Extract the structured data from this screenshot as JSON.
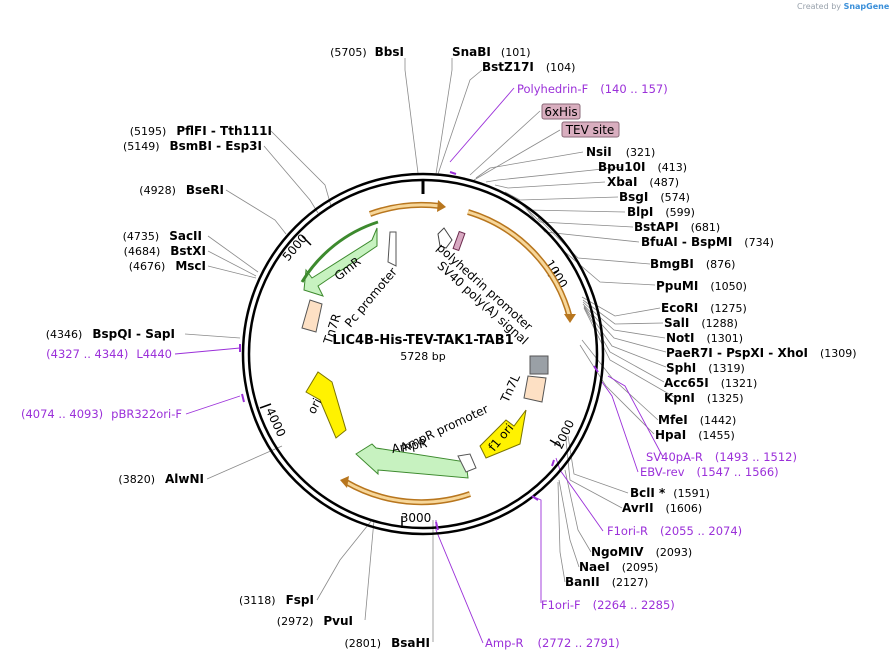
{
  "credit": {
    "prefix": "Created by",
    "brand": "SnapGene"
  },
  "map": {
    "name": "LIC4B-His-TEV-TAK1-TAB1",
    "size_label": "5728 bp",
    "length": 5728,
    "ticks": [
      "1000",
      "2000",
      "3000",
      "4000",
      "5000"
    ]
  },
  "features": [
    {
      "name": "polyhedrin promoter",
      "kind": "label"
    },
    {
      "name": "SV40 poly(A) signal",
      "kind": "label"
    },
    {
      "name": "Tn7L",
      "kind": "label"
    },
    {
      "name": "f1 ori",
      "kind": "arrow"
    },
    {
      "name": "AmpR promoter",
      "kind": "label"
    },
    {
      "name": "AmpR",
      "kind": "label"
    },
    {
      "name": "ori",
      "kind": "arrow"
    },
    {
      "name": "Tn7R",
      "kind": "label"
    },
    {
      "name": "Pc promoter",
      "kind": "label"
    },
    {
      "name": "GmR",
      "kind": "arrow"
    }
  ],
  "boxed_labels": [
    "6xHis",
    "TEV site"
  ],
  "sites": [
    {
      "name": "BbsI",
      "pos": "(5705)"
    },
    {
      "name": "SnaBI",
      "pos": "(101)"
    },
    {
      "name": "BstZ17I",
      "pos": "(104)"
    },
    {
      "name": "NsiI",
      "pos": "(321)"
    },
    {
      "name": "Bpu10I",
      "pos": "(413)"
    },
    {
      "name": "XbaI",
      "pos": "(487)"
    },
    {
      "name": "BsgI",
      "pos": "(574)"
    },
    {
      "name": "BlpI",
      "pos": "(599)"
    },
    {
      "name": "BstAPI",
      "pos": "(681)"
    },
    {
      "name": "BfuAI - BspMI",
      "pos": "(734)"
    },
    {
      "name": "BmgBI",
      "pos": "(876)"
    },
    {
      "name": "PpuMI",
      "pos": "(1050)"
    },
    {
      "name": "EcoRI",
      "pos": "(1275)"
    },
    {
      "name": "SalI",
      "pos": "(1288)"
    },
    {
      "name": "NotI",
      "pos": "(1301)"
    },
    {
      "name": "PaeR7I - PspXI - XhoI",
      "pos": "(1309)"
    },
    {
      "name": "SphI",
      "pos": "(1319)"
    },
    {
      "name": "Acc65I",
      "pos": "(1321)"
    },
    {
      "name": "KpnI",
      "pos": "(1325)"
    },
    {
      "name": "MfeI",
      "pos": "(1442)"
    },
    {
      "name": "HpaI",
      "pos": "(1455)"
    },
    {
      "name": "BclI *",
      "pos": "(1591)"
    },
    {
      "name": "AvrII",
      "pos": "(1606)"
    },
    {
      "name": "NgoMIV",
      "pos": "(2093)"
    },
    {
      "name": "NaeI",
      "pos": "(2095)"
    },
    {
      "name": "BanII",
      "pos": "(2127)"
    },
    {
      "name": "BsaHI",
      "pos": "(2801)"
    },
    {
      "name": "PvuI",
      "pos": "(2972)"
    },
    {
      "name": "FspI",
      "pos": "(3118)"
    },
    {
      "name": "AlwNI",
      "pos": "(3820)"
    },
    {
      "name": "BspQI - SapI",
      "pos": "(4346)"
    },
    {
      "name": "MscI",
      "pos": "(4676)"
    },
    {
      "name": "BstXI",
      "pos": "(4684)"
    },
    {
      "name": "SacII",
      "pos": "(4735)"
    },
    {
      "name": "BseRI",
      "pos": "(4928)"
    },
    {
      "name": "BsmBI - Esp3I",
      "pos": "(5149)"
    },
    {
      "name": "PflFI - Tth111I",
      "pos": "(5195)"
    }
  ],
  "primers": [
    {
      "name": "Polyhedrin-F",
      "range": "(140 .. 157)"
    },
    {
      "name": "SV40pA-R",
      "range": "(1493 .. 1512)"
    },
    {
      "name": "EBV-rev",
      "range": "(1547 .. 1566)"
    },
    {
      "name": "F1ori-R",
      "range": "(2055 .. 2074)"
    },
    {
      "name": "F1ori-F",
      "range": "(2264 .. 2285)"
    },
    {
      "name": "Amp-R",
      "range": "(2772 .. 2791)"
    },
    {
      "name": "pBR322ori-F",
      "range": "(4074 .. 4093)"
    },
    {
      "name": "L4440",
      "range": "(4327 .. 4344)"
    }
  ]
}
